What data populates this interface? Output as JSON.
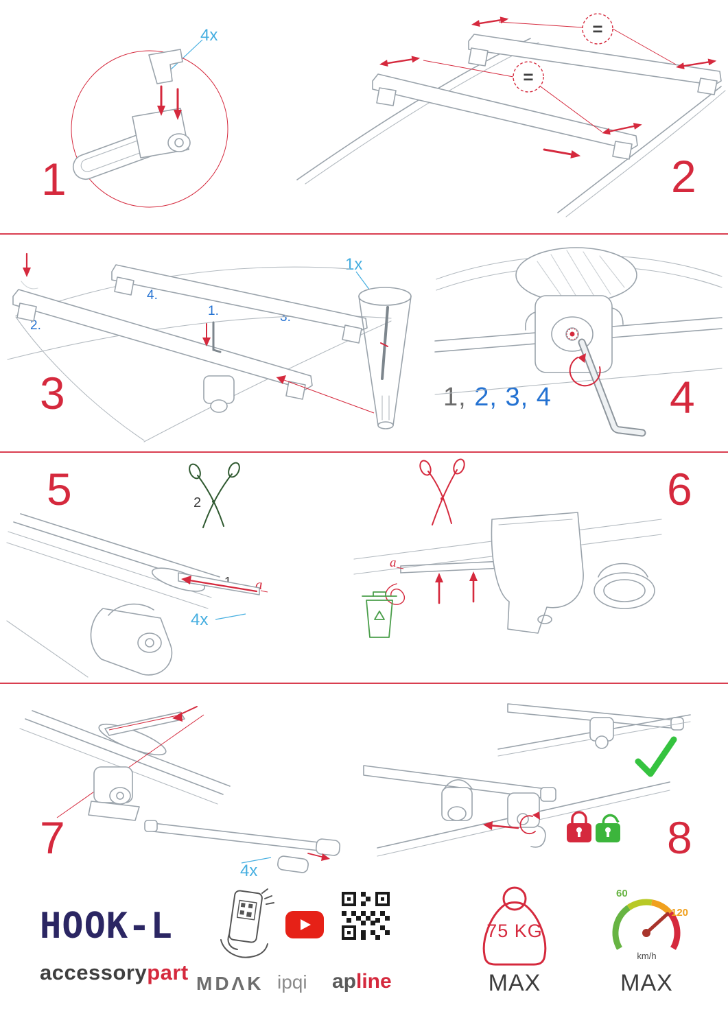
{
  "colors": {
    "accent_red": "#d5293d",
    "label_blue": "#45aee0",
    "number_blue": "#2472d2",
    "check_green": "#35c33f",
    "bin_green": "#4a9e4a",
    "scissors_green": "#2f5930",
    "navy": "#2b2663",
    "youtube_red": "#e62117",
    "gauge_green": "#67b443",
    "gauge_orange": "#f0a01e"
  },
  "steps": {
    "s1": {
      "number": "1",
      "qty": "4x"
    },
    "s2": {
      "number": "2",
      "equal_top": "=",
      "equal_bottom": "="
    },
    "s3": {
      "number": "3",
      "qty": "1x",
      "label_1": "1.",
      "label_2": "2.",
      "label_3": "3.",
      "label_4": "4."
    },
    "s4": {
      "number": "4",
      "seq_gray": "1,",
      "seq_blue": " 2, 3, 4"
    },
    "s5": {
      "number": "5",
      "qty": "4x",
      "cut_step": "2",
      "pull_step": "1",
      "part_a": "a"
    },
    "s6": {
      "number": "6",
      "part_a": "a"
    },
    "s7": {
      "number": "7",
      "qty": "4x"
    },
    "s8": {
      "number": "8"
    }
  },
  "footer": {
    "product": "HOOK-L",
    "brand_gray": "accessory",
    "brand_red": "part",
    "logo_mdak": "MDΛK",
    "logo_ipqi": "ipqi",
    "logo_ap": "ap",
    "logo_line": "line",
    "weight_value": "75 KG",
    "weight_max": "MAX",
    "speed_low": "60",
    "speed_high": "120",
    "speed_unit": "km/h",
    "speed_max": "MAX"
  }
}
